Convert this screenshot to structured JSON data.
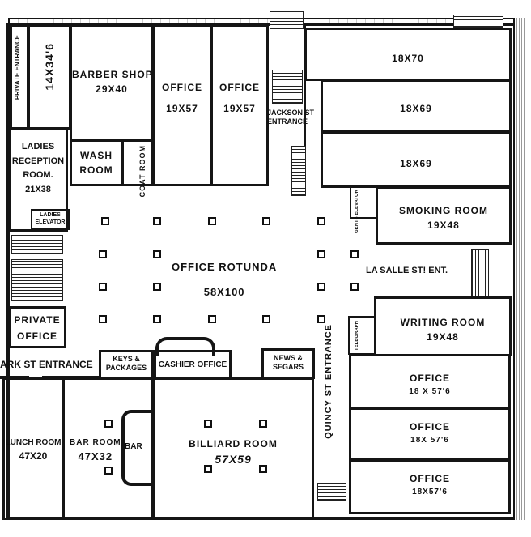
{
  "rooms": {
    "private_entrance": "PRIVATE ENTRANCE",
    "room_14": "14X34'6",
    "barber_shop": {
      "name": "BARBER SHOP",
      "size": "29X40"
    },
    "office_1": {
      "name": "OFFICE",
      "size": "19X57"
    },
    "office_2": {
      "name": "OFFICE",
      "size": "19X57"
    },
    "jackson": {
      "line1": "JACKSON ST",
      "line2": "ENTRANCE"
    },
    "r18x70": "18X70",
    "r18x69a": "18X69",
    "r18x69b": "18X69",
    "ladies": {
      "l1": "LADIES",
      "l2": "RECEPTION",
      "l3": "ROOM.",
      "size": "21X38"
    },
    "ladies_elevator": {
      "l1": "LADIES",
      "l2": "ELEVATOR"
    },
    "wash_room": {
      "l1": "WASH",
      "l2": "ROOM"
    },
    "coat_room": "COAT ROOM",
    "gents_elevator": "GENTS ELEVATOR",
    "smoking_room": {
      "name": "SMOKING ROOM",
      "size": "19X48"
    },
    "rotunda": {
      "name": "OFFICE ROTUNDA",
      "size": "58X100"
    },
    "lasalle": "LA SALLE ST! ENT.",
    "private_office": {
      "l1": "PRIVATE",
      "l2": "OFFICE"
    },
    "writing_room": {
      "name": "WRITING ROOM",
      "size": "19X48"
    },
    "telegraph": "TELEGRAPH",
    "park_entrance": "ARK ST ENTRANCE",
    "keys": {
      "l1": "KEYS &",
      "l2": "PACKAGES"
    },
    "cashier": "CASHIER OFFICE",
    "news": {
      "l1": "NEWS &",
      "l2": "SEGARS"
    },
    "quincy": "QUINCY ST ENTRANCE",
    "lunch_room": {
      "name": "LUNCH ROOM",
      "size": "47X20"
    },
    "bar_room": {
      "name": "BAR ROOM",
      "size": "47X32"
    },
    "bar": "BAR",
    "billiard": {
      "name": "BILLIARD ROOM",
      "size": "57X59"
    },
    "office_3": {
      "name": "OFFICE",
      "size": "18 X 57'6"
    },
    "office_4": {
      "name": "OFFICE",
      "size": "18X 57'6"
    },
    "office_5": {
      "name": "OFFICE",
      "size": "18X57'6"
    }
  }
}
